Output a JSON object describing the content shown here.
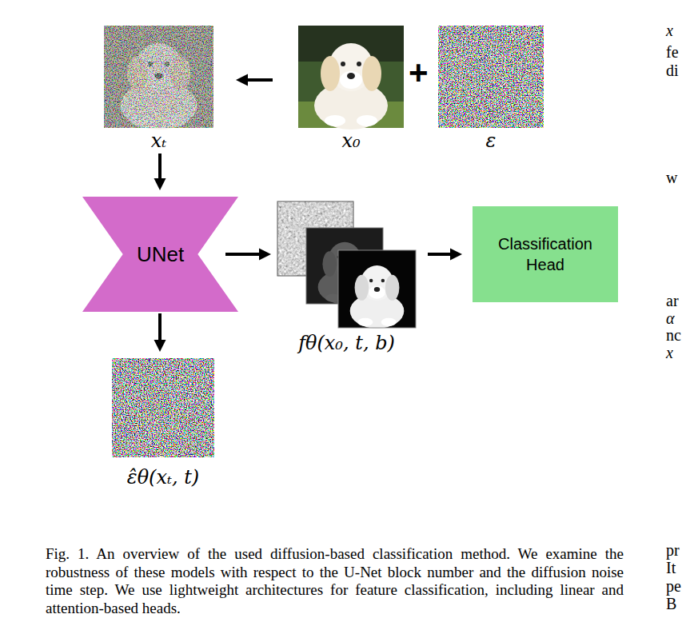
{
  "diagram": {
    "caption": "Fig. 1. An overview of the used diffusion-based classification method. We examine the robustness of these models with respect to the U-Net block number and the diffusion noise time step. We use lightweight architectures for feature classification, including linear and attention-based heads.",
    "nodes": [
      {
        "text": [
          "xₜ"
        ]
      },
      {
        "text": [
          "x₀"
        ]
      },
      {
        "text": [
          "ε"
        ]
      },
      {
        "text": [
          "UNet"
        ]
      },
      {
        "text": [
          "fθ(x₀, t, b)"
        ]
      },
      {
        "text": [
          "Classification Head"
        ]
      },
      {
        "text": [
          "ε̂θ(xₜ, t)"
        ]
      }
    ],
    "edges": [
      {
        "from": 1,
        "to": 0,
        "arrow": "to"
      },
      {
        "from": 0,
        "to": 3,
        "arrow": "to"
      },
      {
        "from": 3,
        "to": 4,
        "arrow": "to"
      },
      {
        "from": 4,
        "to": 5,
        "arrow": "to"
      },
      {
        "from": 3,
        "to": 6,
        "arrow": "to"
      }
    ],
    "labels": [
      "+",
      "x",
      "fe",
      "di",
      "w",
      "ar",
      "α",
      "nc",
      "x",
      "pr",
      "It",
      "pe",
      "B"
    ]
  }
}
